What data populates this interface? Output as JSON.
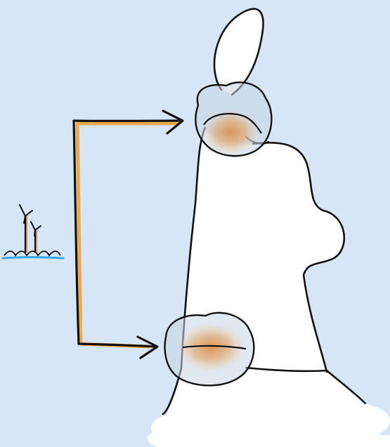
{
  "diagram": {
    "colors": {
      "background": "#d6e6f6",
      "outline": "#111111",
      "arrow_highlight": "#f0a23c",
      "hotspot": "#d98d45",
      "ring_fill": "#c9d6e4",
      "shape_fill": "#ffffff",
      "water": "#3aa7e0",
      "cloud": "#ffffff"
    },
    "icons": {
      "source": "offshore-wind-turbines-icon",
      "targets": [
        "upper-hotspot",
        "lower-hotspot"
      ],
      "ground": "cloud-base"
    },
    "arrows": [
      {
        "from": "offshore-wind-turbines-icon",
        "to": "upper-hotspot"
      },
      {
        "from": "offshore-wind-turbines-icon",
        "to": "lower-hotspot"
      }
    ]
  }
}
